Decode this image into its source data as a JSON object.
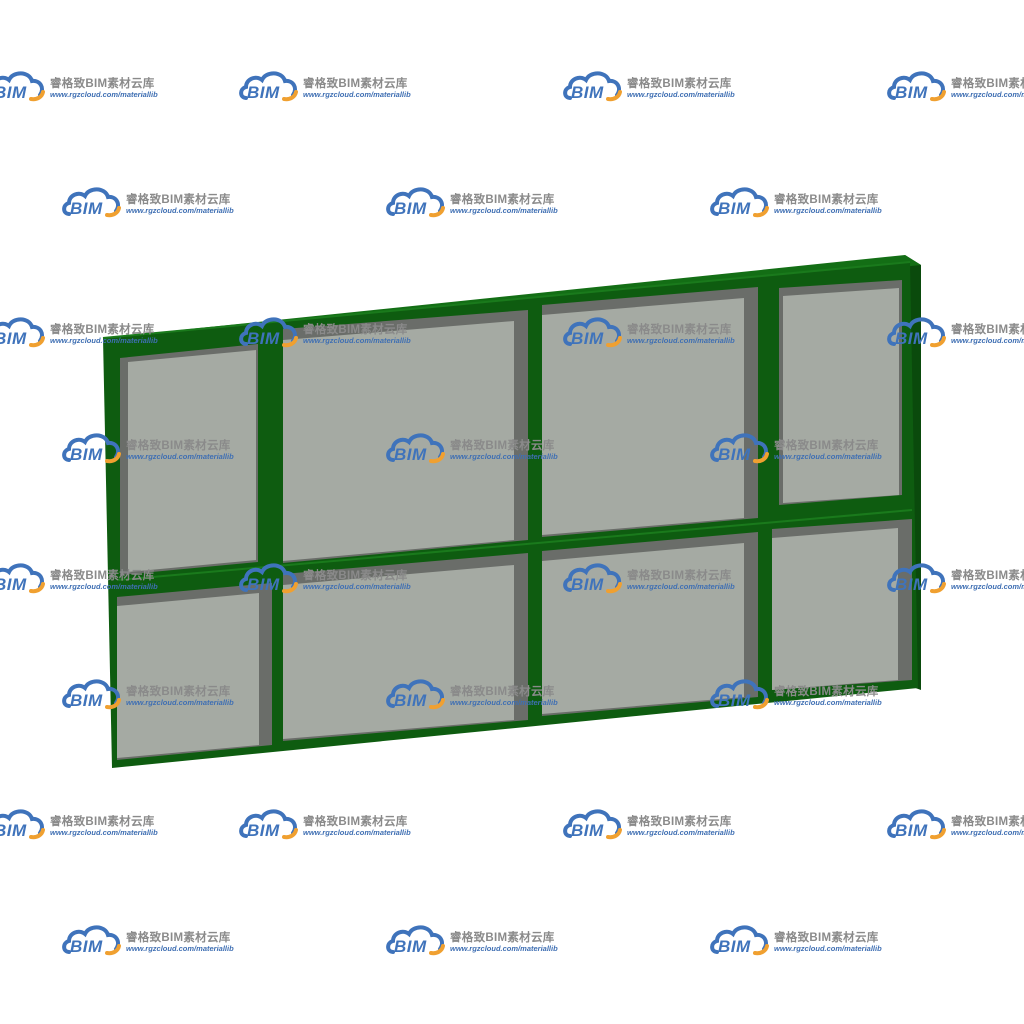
{
  "watermark": {
    "logo_text": "BIM",
    "brand_text": "睿格致BIM素材云库",
    "url_text": "www.rgzcloud.com/materiallib",
    "logo_blue": "#3f73bb",
    "logo_orange": "#f0a030"
  },
  "window_model": {
    "frame_color": "#0e5c10",
    "frame_dark": "#093f0a",
    "glass_color": "#a5aaa3",
    "glass_shadow": "#6a6d69",
    "panes_top_row": 4,
    "panes_bottom_row": 4
  }
}
